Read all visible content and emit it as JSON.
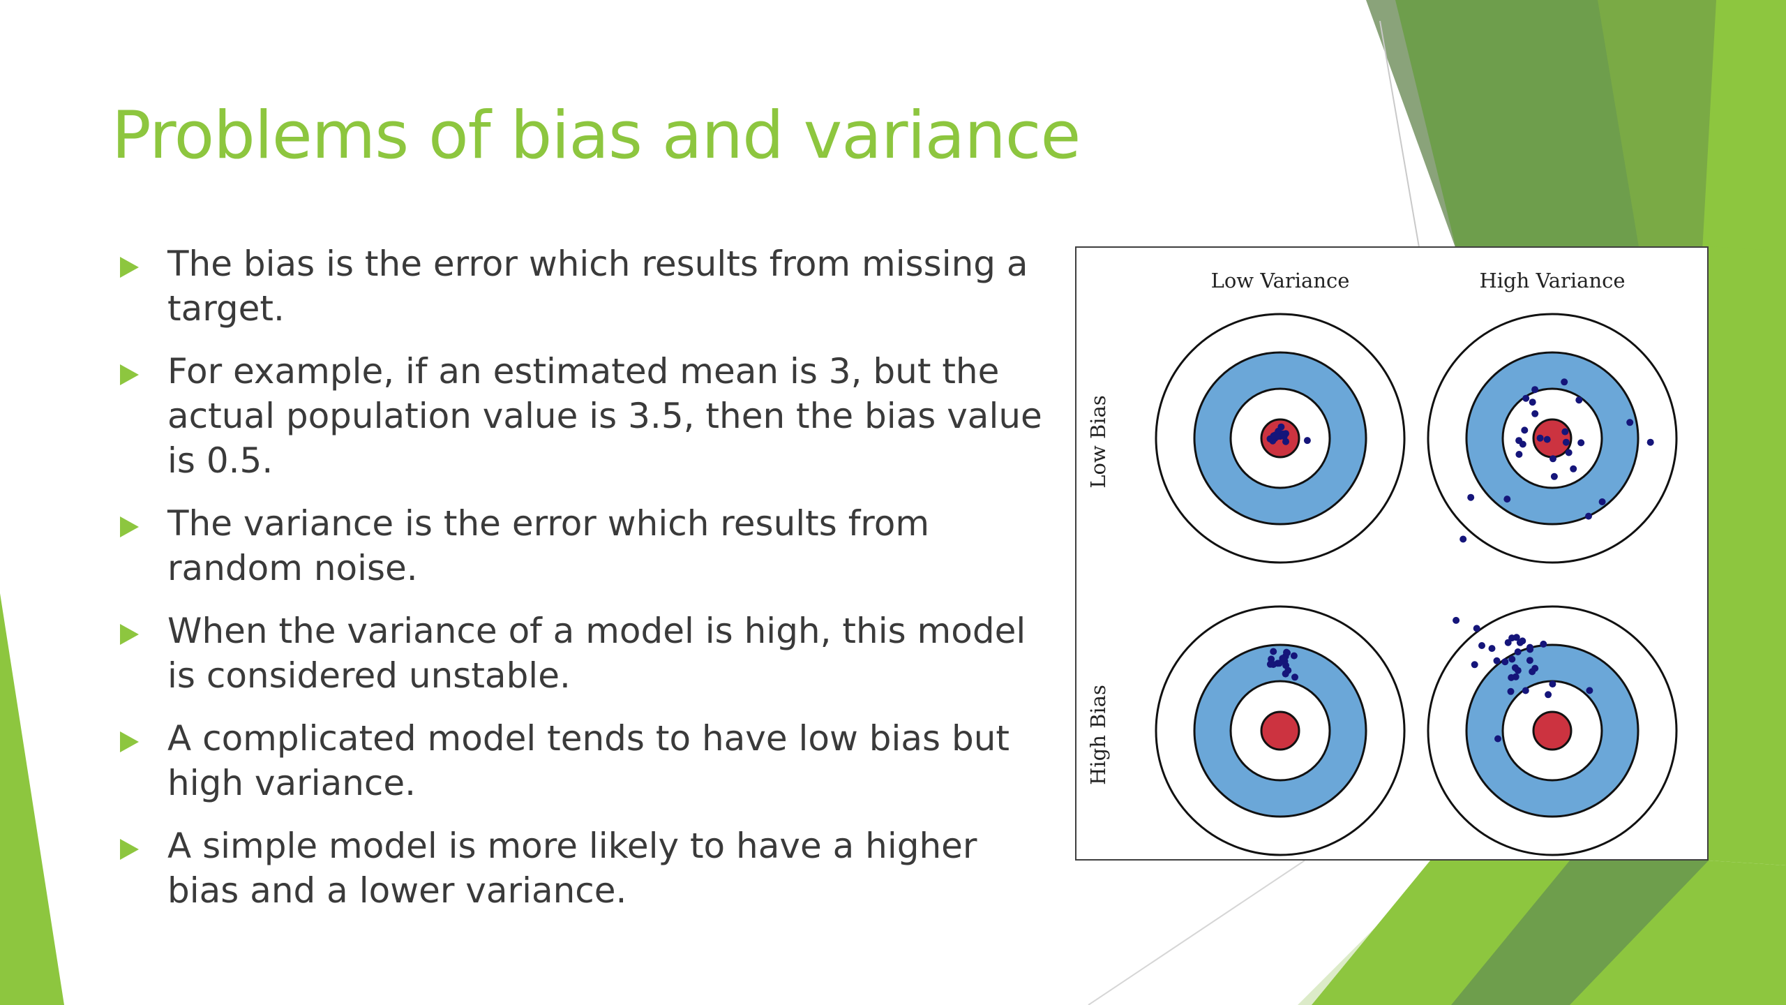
{
  "slide": {
    "title": "Problems of bias and variance",
    "bullets": [
      "The bias is the error which results from missing a target.",
      "For example, if an estimated mean is 3, but the actual population value is 3.5, then the bias value is 0.5.",
      "The variance is the error which results from random noise.",
      "When the variance of a model is high, this model is considered unstable.",
      "A complicated model tends to have low bias but high variance.",
      "A simple model is more likely to have a higher bias and a lower variance."
    ],
    "accent_color": "#8dc63f"
  },
  "figure": {
    "column_labels": [
      "Low Variance",
      "High Variance"
    ],
    "row_labels": [
      "Low Bias",
      "High Bias"
    ],
    "colors": {
      "ring_fill": "#6ba7d8",
      "bullseye": "#cc3340",
      "dots": "#15157a",
      "outline": "#111111"
    }
  }
}
